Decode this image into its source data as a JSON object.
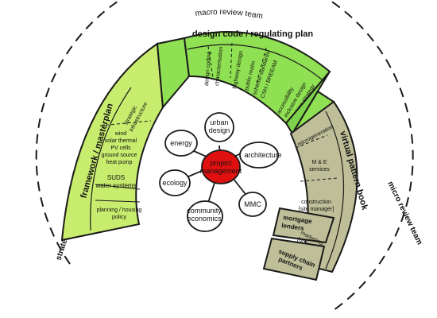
{
  "outer_labels": {
    "macro": "macro review team",
    "strategic": "strategic review team",
    "micro": "micro review team"
  },
  "arc_titles": {
    "framework": "framework / masterplan",
    "design_code": "design code / regulating plan",
    "pattern_book": "virtual pattern book"
  },
  "framework_items": {
    "strategic": [
      "strategic",
      "infrastructure"
    ],
    "energy_tech": [
      "wind",
      "solar thermal",
      "PV cells",
      "ground source",
      "heat pump"
    ],
    "water": [
      "SUDS",
      "water systems"
    ],
    "planning": [
      "planning / housing",
      "policy"
    ]
  },
  "design_code_items": [
    "design coding",
    "characterisation",
    "highway design",
    "public realm",
    "scheme standards",
    "CSH / BREEAM",
    "accessibility",
    "inclusive design",
    "parking strategy"
  ],
  "pattern_items": {
    "microgeneration": "microgeneration",
    "me_services": [
      "M & E",
      "services"
    ],
    "construction": [
      "construction",
      "[site manager]"
    ],
    "mortgage": [
      "mortgage",
      "lenders"
    ],
    "marketing": [
      "marketing",
      "[occupiers]"
    ],
    "supply_chain": [
      "supply chain",
      "partners"
    ]
  },
  "hub": [
    "project",
    "management"
  ],
  "satellites": {
    "urban_design": [
      "urban",
      "design"
    ],
    "architecture": "architecture",
    "mmc": "MMC",
    "community": [
      "community",
      "economics"
    ],
    "ecology": "ecology",
    "energy": "energy"
  },
  "colors": {
    "framework_fill": "#c8ec6e",
    "design_code_fill": "#8fe052",
    "pattern_fill": "#bebe98",
    "hub_fill": "#e01010",
    "line": "#1a1a1a"
  }
}
